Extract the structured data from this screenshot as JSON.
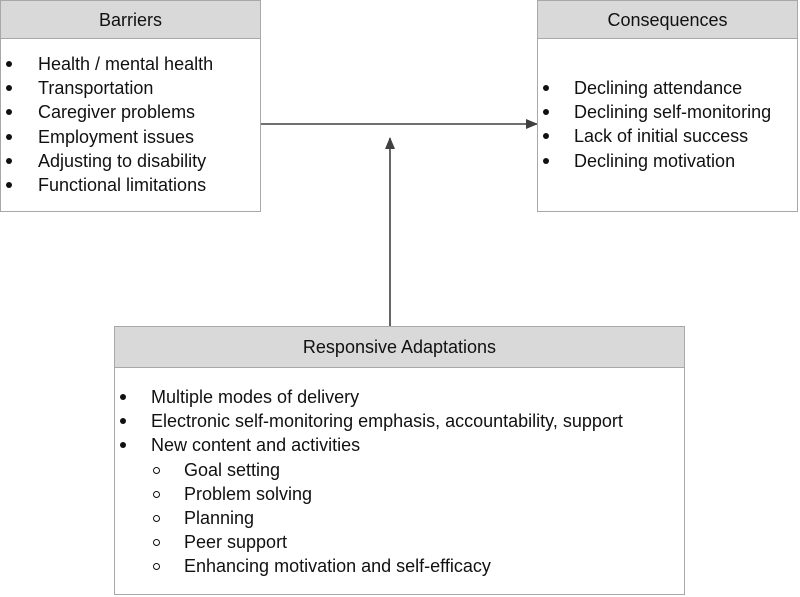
{
  "barriers": {
    "title": "Barriers",
    "items": [
      "Health / mental health",
      "Transportation",
      "Caregiver problems",
      "Employment issues",
      "Adjusting to disability",
      "Functional limitations"
    ]
  },
  "consequences": {
    "title": "Consequences",
    "items": [
      "Declining attendance",
      "Declining self-monitoring",
      "Lack of initial success",
      "Declining motivation"
    ]
  },
  "adaptations": {
    "title": "Responsive Adaptations",
    "items": [
      "Multiple modes of delivery",
      "Electronic self-monitoring emphasis, accountability, support",
      "New content and activities"
    ],
    "sub_items": [
      "Goal setting",
      "Problem solving",
      "Planning",
      "Peer support",
      "Enhancing motivation and self-efficacy"
    ]
  },
  "colors": {
    "header_fill": "#d9d9d9",
    "border": "#a8a8a8",
    "arrow": "#404040"
  }
}
